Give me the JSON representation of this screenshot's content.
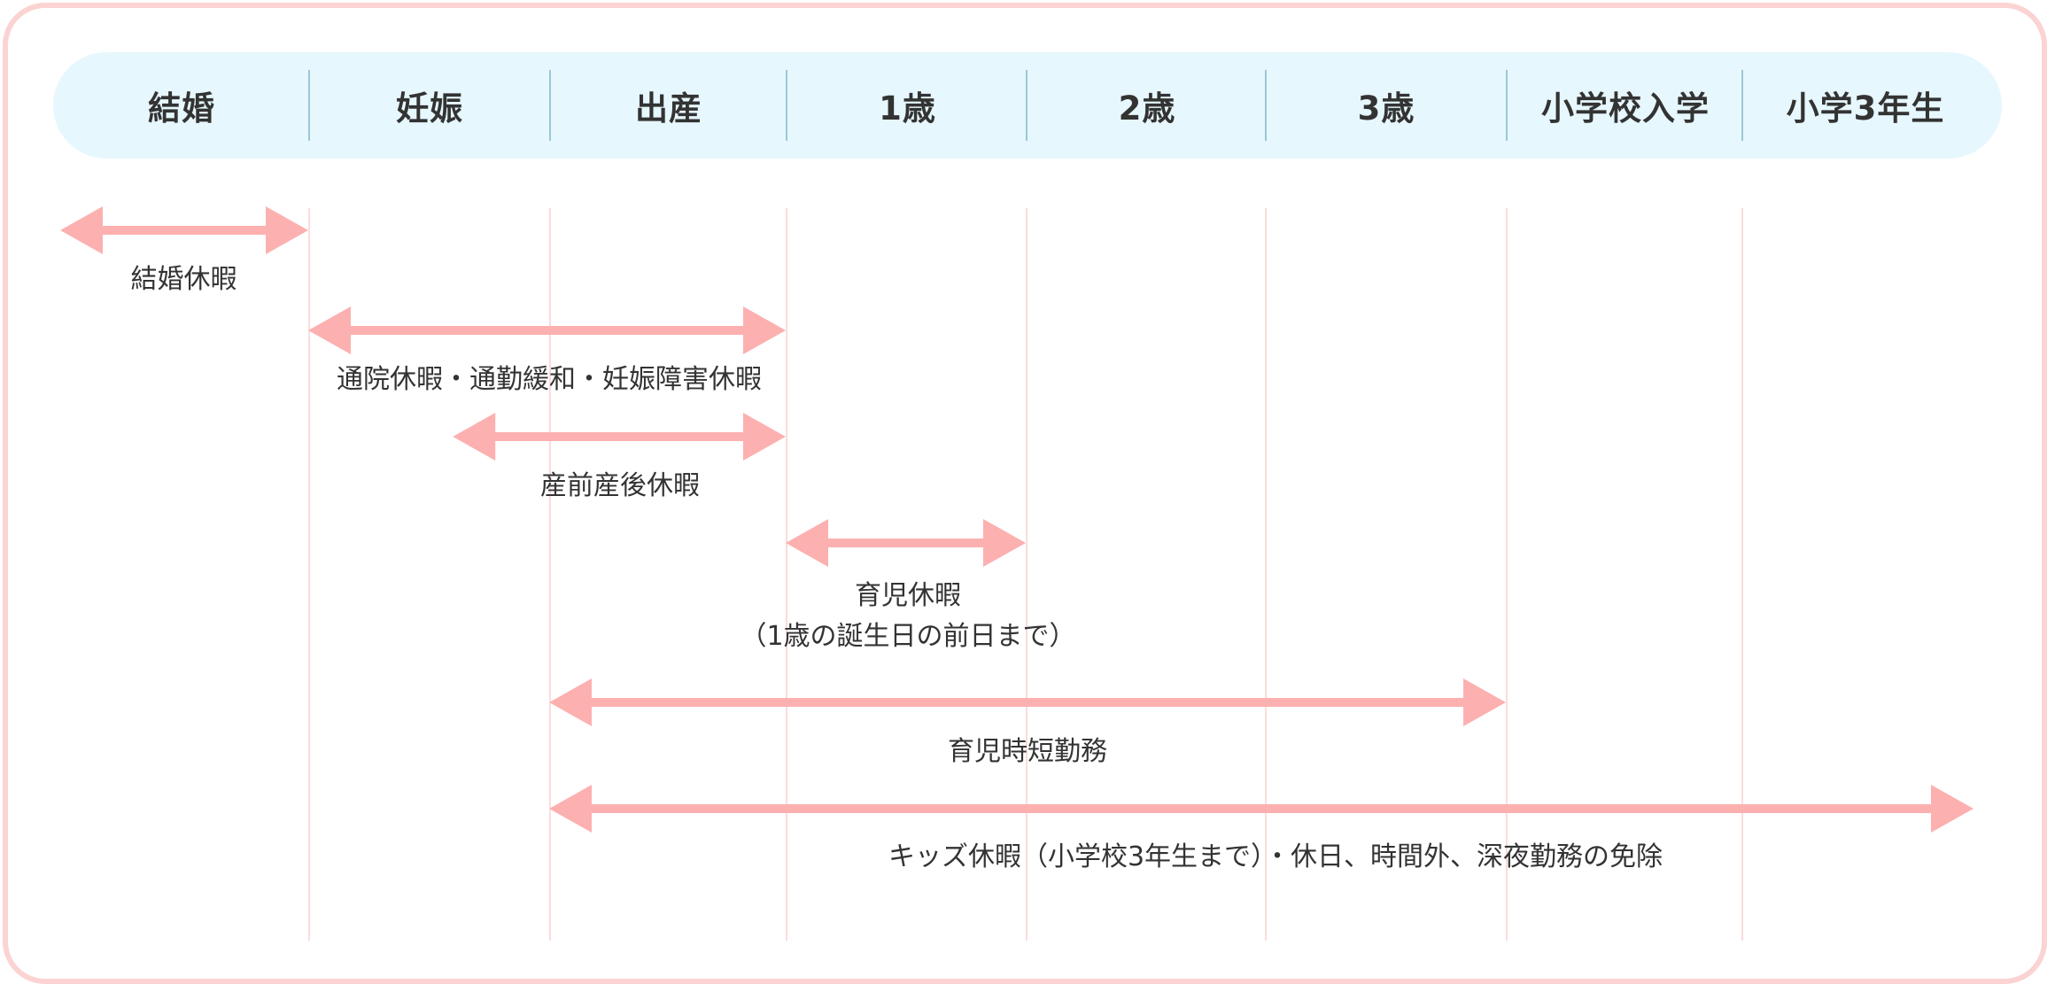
{
  "stages": [
    "結婚",
    "妊娠",
    "出産",
    "1歳",
    "2歳",
    "3歳",
    "小学校入学",
    "小学3年生"
  ],
  "leaves": [
    {
      "label": "結婚休暇",
      "sub": "",
      "from": 0,
      "to": 1
    },
    {
      "label": "通院休暇・通勤緩和・妊娠障害休暇",
      "sub": "",
      "from": 1,
      "to": 3
    },
    {
      "label": "産前産後休暇",
      "sub": "",
      "from": 1.6,
      "to": 3
    },
    {
      "label": "育児休暇",
      "sub": "（1歳の誕生日の前日まで）",
      "from": 3,
      "to": 4
    },
    {
      "label": "育児時短勤務",
      "sub": "",
      "from": 2,
      "to": 6
    },
    {
      "label": "キッズ休暇（小学校3年生まで）・休日、時間外、深夜勤務の免除",
      "sub": "",
      "from": 2,
      "to": 8
    }
  ],
  "colors": {
    "arrow": "#fdb0b0",
    "header_bg": "#e6f7fd",
    "frame_border": "#fbd3d3",
    "grid_line": "#fbdcdc",
    "text": "#333333"
  }
}
